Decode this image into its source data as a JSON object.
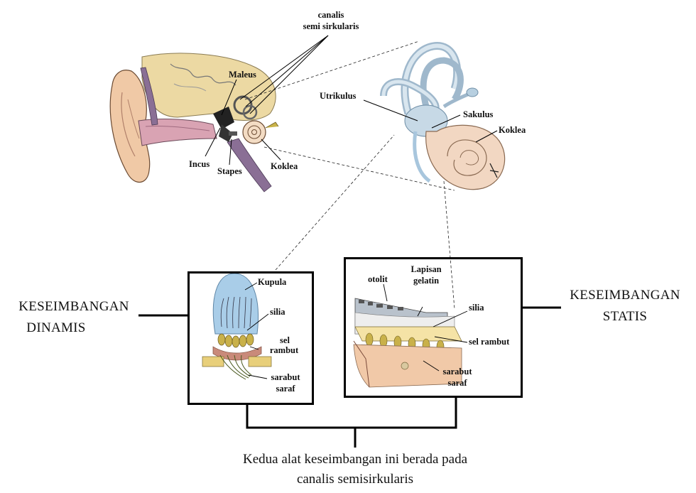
{
  "ear_labels": {
    "canalis": "canalis",
    "semi": "semi sirkularis",
    "maleus": "Maleus",
    "incus": "Incus",
    "stapes": "Stapes",
    "koklea": "Koklea"
  },
  "inner_ear_labels": {
    "utrikulus": "Utrikulus",
    "sakulus": "Sakulus",
    "koklea": "Koklea"
  },
  "dinamis_box": {
    "kupula": "Kupula",
    "silia": "silia",
    "sel": "sel",
    "rambut": "rambut",
    "sarabut": "sarabut",
    "saraf": "saraf"
  },
  "statis_box": {
    "otolit": "otolit",
    "lapisan": "Lapisan",
    "gelatin": "gelatin",
    "silia": "silia",
    "sel_rambut": "sel rambut",
    "sarabut": "sarabut",
    "saraf": "saraf"
  },
  "left_title": {
    "line1": "KESEIMBANGAN",
    "line2": "DINAMIS"
  },
  "right_title": {
    "line1": "KESEIMBANGAN",
    "line2": "STATIS"
  },
  "caption": {
    "line1": "Kedua alat keseimbangan ini berada pada",
    "line2": "canalis semisirkularis"
  },
  "colors": {
    "skin": "#f0c9a6",
    "bone": "#ecd9a3",
    "canal_blue": "#b7cfe0",
    "kupula_blue": "#a9cde8",
    "flesh": "#e8a98a",
    "purple": "#8a6f95",
    "line": "#000000"
  }
}
